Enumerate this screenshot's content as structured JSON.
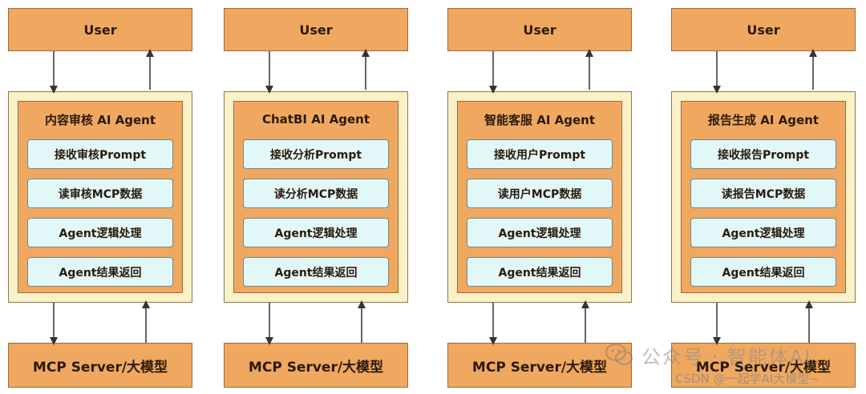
{
  "columns": [
    {
      "user": "User",
      "agent": "内容审核 AI Agent",
      "steps": [
        "接收审核Prompt",
        "读审核MCP数据",
        "Agent逻辑处理",
        "Agent结果返回"
      ],
      "server": "MCP Server/大模型"
    },
    {
      "user": "User",
      "agent": "ChatBI AI Agent",
      "steps": [
        "接收分析Prompt",
        "读分析MCP数据",
        "Agent逻辑处理",
        "Agent结果返回"
      ],
      "server": "MCP Server/大模型"
    },
    {
      "user": "User",
      "agent": "智能客服 AI Agent",
      "steps": [
        "接收用户Prompt",
        "读用户MCP数据",
        "Agent逻辑处理",
        "Agent结果返回"
      ],
      "server": "MCP Server/大模型"
    },
    {
      "user": "User",
      "agent": "报告生成 AI Agent",
      "steps": [
        "接收报告Prompt",
        "读报告MCP数据",
        "Agent逻辑处理",
        "Agent结果返回"
      ],
      "server": "MCP Server/大模型"
    }
  ],
  "watermark": {
    "line1": "公众号 · 智能体AI",
    "line2": "CSDN @一起学AI大模型~"
  }
}
